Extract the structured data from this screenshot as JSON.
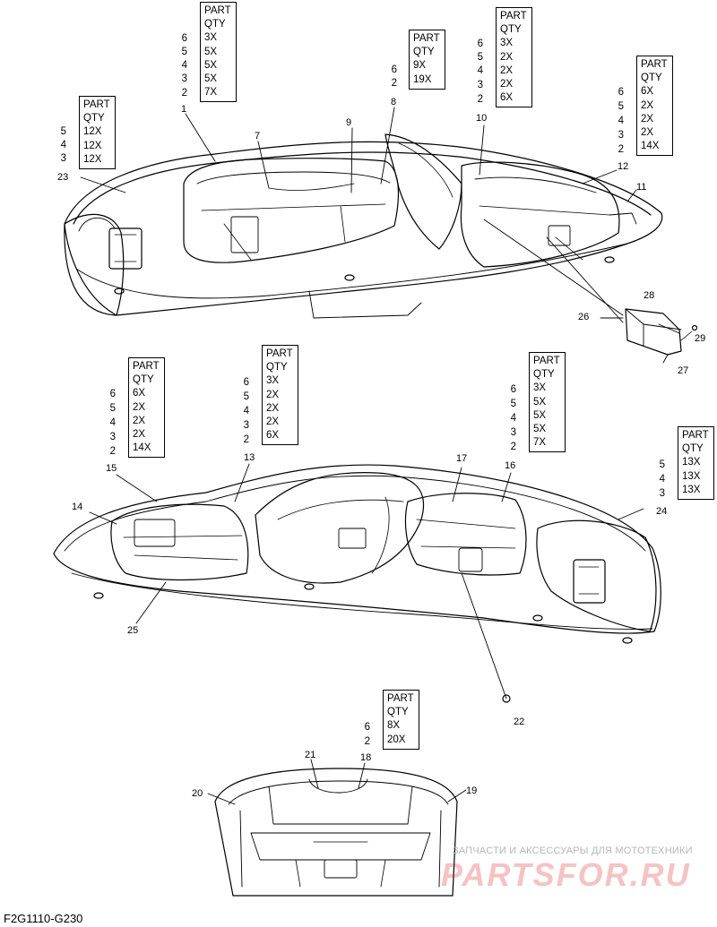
{
  "table_header": [
    "PART",
    "QTY"
  ],
  "tables": [
    {
      "id": "t1",
      "parts": [
        "5",
        "4",
        "3"
      ],
      "qty": [
        "12X",
        "12X",
        "12X"
      ]
    },
    {
      "id": "t2",
      "parts": [
        "6",
        "5",
        "4",
        "3",
        "2"
      ],
      "qty": [
        "3X",
        "5X",
        "5X",
        "5X",
        "7X"
      ]
    },
    {
      "id": "t3",
      "parts": [
        "6",
        "2"
      ],
      "qty": [
        "9X",
        "19X"
      ]
    },
    {
      "id": "t4",
      "parts": [
        "6",
        "5",
        "4",
        "3",
        "2"
      ],
      "qty": [
        "3X",
        "2X",
        "2X",
        "2X",
        "6X"
      ]
    },
    {
      "id": "t5",
      "parts": [
        "6",
        "5",
        "4",
        "3",
        "2"
      ],
      "qty": [
        "6X",
        "2X",
        "2X",
        "2X",
        "14X"
      ]
    },
    {
      "id": "t6",
      "parts": [
        "6",
        "5",
        "4",
        "3",
        "2"
      ],
      "qty": [
        "6X",
        "2X",
        "2X",
        "2X",
        "14X"
      ]
    },
    {
      "id": "t7",
      "parts": [
        "6",
        "5",
        "4",
        "3",
        "2"
      ],
      "qty": [
        "3X",
        "2X",
        "2X",
        "2X",
        "6X"
      ]
    },
    {
      "id": "t8",
      "parts": [
        "6",
        "5",
        "4",
        "3",
        "2"
      ],
      "qty": [
        "3X",
        "5X",
        "5X",
        "5X",
        "7X"
      ]
    },
    {
      "id": "t9",
      "parts": [
        "5",
        "4",
        "3"
      ],
      "qty": [
        "13X",
        "13X",
        "13X"
      ]
    },
    {
      "id": "t10",
      "parts": [
        "6",
        "2"
      ],
      "qty": [
        "8X",
        "20X"
      ]
    }
  ],
  "callouts": {
    "c1": "1",
    "c7": "7",
    "c9": "9",
    "c8": "8",
    "c10": "10",
    "c12": "12",
    "c11": "11",
    "c23": "23",
    "c28": "28",
    "c26": "26",
    "c29": "29",
    "c27": "27",
    "c15": "15",
    "c13": "13",
    "c17": "17",
    "c16": "16",
    "c14": "14",
    "c24": "24",
    "c25": "25",
    "c22": "22",
    "c21": "21",
    "c18": "18",
    "c20": "20",
    "c19": "19"
  },
  "diagram_code": "F2G1110-G230",
  "watermark": {
    "tagline": "ЗАПЧАСТИ И АКСЕССУАРЫ ДЛЯ МОТОТЕХНИКИ",
    "brand": "PARTSFOR.RU",
    "brand_color": "#dc2828"
  }
}
